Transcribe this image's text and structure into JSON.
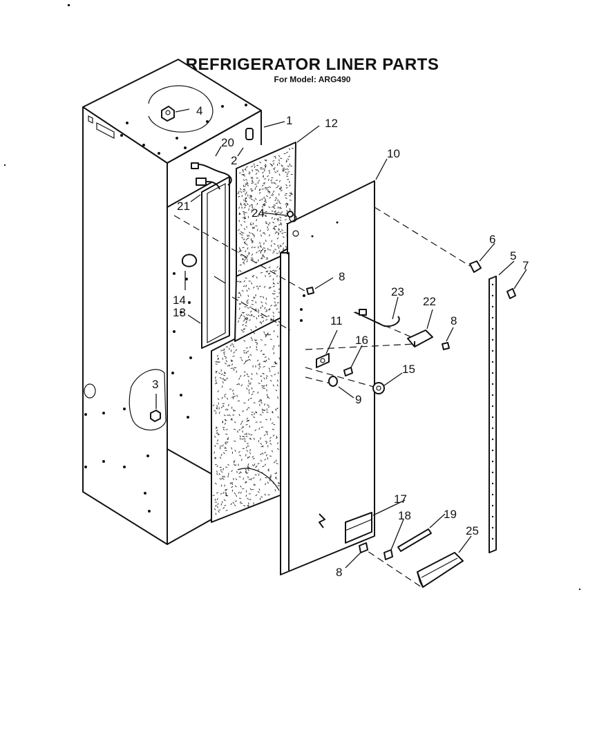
{
  "diagram": {
    "title": "REFRIGERATOR LINER PARTS",
    "subtitle": "For Model: ARG490"
  },
  "callouts": [
    {
      "id": "c1",
      "text": "1"
    },
    {
      "id": "c2",
      "text": "2"
    },
    {
      "id": "c3",
      "text": "3"
    },
    {
      "id": "c4",
      "text": "4"
    },
    {
      "id": "c5",
      "text": "5"
    },
    {
      "id": "c6",
      "text": "6"
    },
    {
      "id": "c7",
      "text": "7"
    },
    {
      "id": "c8a",
      "text": "8"
    },
    {
      "id": "c8b",
      "text": "8"
    },
    {
      "id": "c8c",
      "text": "8"
    },
    {
      "id": "c9",
      "text": "9"
    },
    {
      "id": "c10",
      "text": "10"
    },
    {
      "id": "c11",
      "text": "11"
    },
    {
      "id": "c12",
      "text": "12"
    },
    {
      "id": "c13",
      "text": "13"
    },
    {
      "id": "c14",
      "text": "14"
    },
    {
      "id": "c15",
      "text": "15"
    },
    {
      "id": "c16",
      "text": "16"
    },
    {
      "id": "c17",
      "text": "17"
    },
    {
      "id": "c18",
      "text": "18"
    },
    {
      "id": "c19",
      "text": "19"
    },
    {
      "id": "c20",
      "text": "20"
    },
    {
      "id": "c21",
      "text": "21"
    },
    {
      "id": "c22",
      "text": "22"
    },
    {
      "id": "c23",
      "text": "23"
    },
    {
      "id": "c24",
      "text": "24"
    },
    {
      "id": "c25",
      "text": "25"
    }
  ]
}
